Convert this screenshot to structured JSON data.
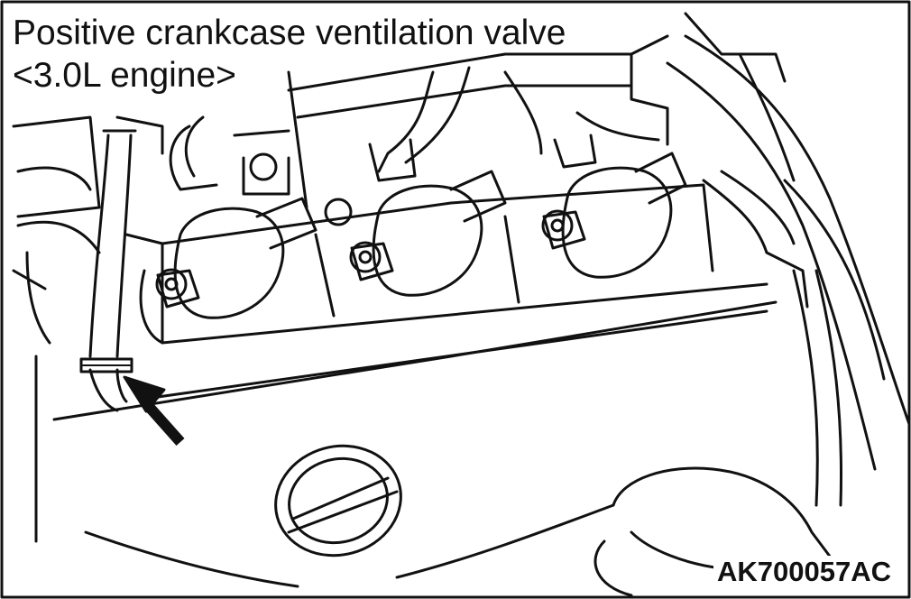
{
  "title": {
    "line1": "Positive crankcase ventilation valve",
    "line2": "<3.0L engine>"
  },
  "figure_code": "AK700057AC",
  "indicator": {
    "shape": "arrow",
    "points_to": "PCV valve"
  }
}
